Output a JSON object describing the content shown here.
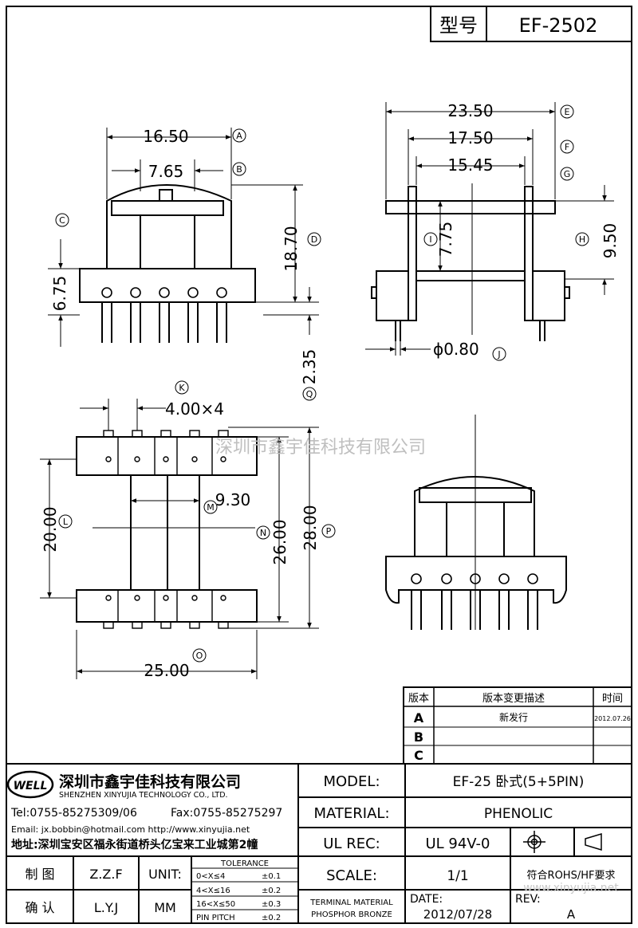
{
  "header": {
    "model_label": "型号",
    "model_value": "EF-2502"
  },
  "views": {
    "front": {
      "dims": [
        "16.50",
        "7.65",
        "18.70",
        "6.75",
        "2.35"
      ],
      "markers": [
        "A",
        "B",
        "C",
        "D",
        "Q"
      ]
    },
    "side": {
      "dims": [
        "23.50",
        "17.50",
        "15.45",
        "7.75",
        "9.50",
        "ϕ0.80"
      ],
      "markers": [
        "E",
        "F",
        "G",
        "I",
        "H",
        "J"
      ]
    },
    "bottom": {
      "dims": [
        "4.00×4",
        "9.30",
        "20.00",
        "26.00",
        "28.00",
        "25.00"
      ],
      "markers": [
        "K",
        "M",
        "L",
        "N",
        "P",
        "O"
      ]
    }
  },
  "watermark_center": "深圳市鑫宇佳科技有限公司",
  "watermark_corner": "www.xinyujia.net",
  "revisions": {
    "headers": [
      "版本",
      "版本变更描述",
      "时间"
    ],
    "rows": [
      {
        "rev": "A",
        "desc": "新发行",
        "date": "2012.07.26"
      },
      {
        "rev": "B",
        "desc": "",
        "date": ""
      },
      {
        "rev": "C",
        "desc": "",
        "date": ""
      }
    ]
  },
  "company": {
    "logo": "WELL",
    "name_cn": "深圳市鑫宇佳科技有限公司",
    "name_en": "SHENZHEN XINYUJIA TECHNOLOGY CO., LTD.",
    "tel": "Tel:0755-85275309/06",
    "fax": "Fax:0755-85275297",
    "email": "Email: jx.bobbin@hotmail.com http://www.xinyujia.net",
    "address": "地址:深圳宝安区福永街道桥头亿宝来工业城第2幢"
  },
  "title_block": {
    "drawn_label": "制 图",
    "drawn_by": "Z.Z.F",
    "check_label": "确 认",
    "checked_by": "L.Y.J",
    "unit_label": "UNIT:",
    "unit_value": "MM",
    "tolerance_title": "TOLERANCE",
    "tolerances": [
      {
        "range": "0<X≤4",
        "tol": "±0.1"
      },
      {
        "range": "4<X≤16",
        "tol": "±0.2"
      },
      {
        "range": "16<X≤50",
        "tol": "±0.3"
      },
      {
        "range": "PIN PITCH",
        "tol": "±0.2"
      }
    ],
    "model_label": "MODEL:",
    "model_value": "EF-25 卧式(5+5PIN)",
    "material_label": "MATERIAL:",
    "material_value": "PHENOLIC",
    "ul_label": "UL REC:",
    "ul_value": "UL 94V-0",
    "scale_label": "SCALE:",
    "scale_value": "1/1",
    "rohs": "符合ROHS/HF要求",
    "terminal_material_1": "TERMINAL MATERIAL",
    "terminal_material_2": "PHOSPHOR BRONZE",
    "date_label": "DATE:",
    "date_value": "2012/07/28",
    "rev_label": "REV:",
    "rev_value": "A"
  }
}
